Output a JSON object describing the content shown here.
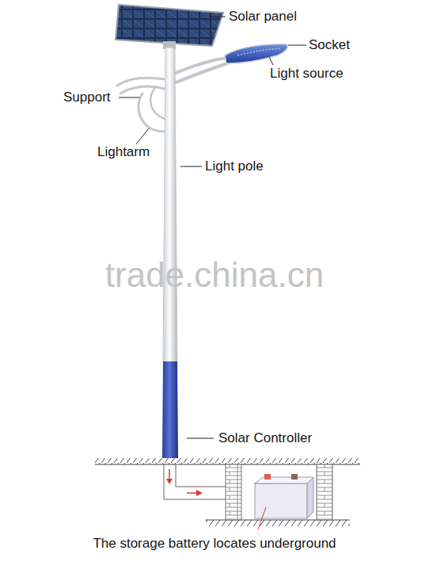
{
  "diagram": {
    "labels": [
      "Solar panel",
      "Socket",
      "Light source",
      "Support",
      "Lightarm",
      "Light pole",
      "trade.china.cn",
      "Solar Controller",
      "The storage battery locates underground"
    ]
  }
}
